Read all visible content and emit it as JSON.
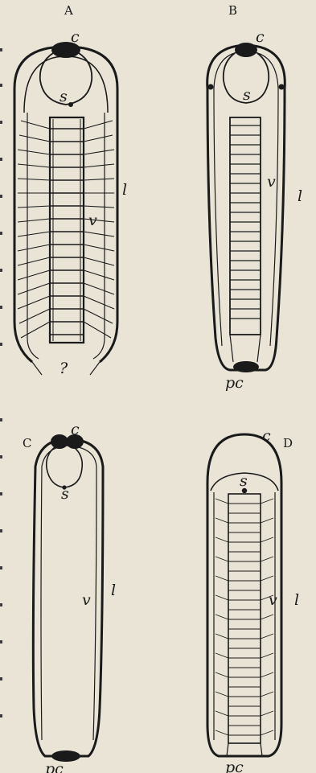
{
  "figures": {
    "A": {
      "caption": "A",
      "labels": {
        "c": "c",
        "s": "s",
        "v": "v",
        "l": "l",
        "q": "?"
      }
    },
    "B": {
      "caption": "B",
      "labels": {
        "c": "c",
        "s": "s",
        "v": "v",
        "l": "l",
        "pc": "pc"
      }
    },
    "C": {
      "caption": "C",
      "labels": {
        "c": "c",
        "s": "s",
        "v": "v",
        "l": "l",
        "pc": "pc"
      }
    },
    "D": {
      "caption": "D",
      "labels": {
        "c": "c",
        "s": "s",
        "v": "v",
        "l": "l",
        "pc": "pc"
      }
    }
  },
  "colors": {
    "paper": "#e9e4d6",
    "ink": "#1a1a1a"
  }
}
